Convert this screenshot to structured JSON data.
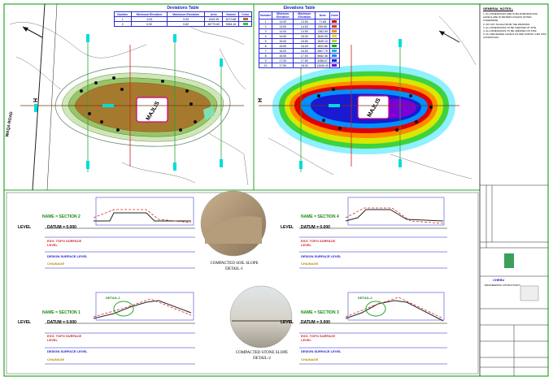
{
  "left_plan": {
    "table_title": "Deviations Table",
    "headers": [
      "Number",
      "Minimum Elevation",
      "Maximum Elevation",
      "Area",
      "Volume",
      "Color"
    ],
    "rows": [
      {
        "number": "1",
        "min": "-0.91",
        "max": "0.00",
        "area": "1043.39",
        "volume": "8170.88",
        "color": "#b07a1f"
      },
      {
        "number": "2",
        "min": "0.00",
        "max": "0.82",
        "area": "48779.69",
        "volume": "9064.16",
        "color": "#3fbf3f"
      }
    ],
    "labels": {
      "road": "WAQA ROAD",
      "building": "MAJLIS",
      "mark_h": "H"
    }
  },
  "right_plan": {
    "table_title": "Elevations Table",
    "headers": [
      "Number",
      "Minimum Elevation",
      "Maximum Elevation",
      "Area",
      "Color"
    ],
    "rows": [
      {
        "n": "1",
        "min": "13.00",
        "max": "13.50",
        "area": "71.68",
        "color": "#d00000"
      },
      {
        "n": "2",
        "min": "13.50",
        "max": "14.00",
        "area": "259.65",
        "color": "#e03a00"
      },
      {
        "n": "3",
        "min": "14.00",
        "max": "14.50",
        "area": "1382.59",
        "color": "#ff8c00"
      },
      {
        "n": "4",
        "min": "14.50",
        "max": "15.00",
        "area": "1640.93",
        "color": "#ffd200"
      },
      {
        "n": "5",
        "min": "15.00",
        "max": "15.50",
        "area": "1849.10",
        "color": "#b5e000"
      },
      {
        "n": "6",
        "min": "15.50",
        "max": "16.00",
        "area": "1822.86",
        "color": "#00c000"
      },
      {
        "n": "7",
        "min": "16.00",
        "max": "16.50",
        "area": "2807.79",
        "color": "#00c0c0"
      },
      {
        "n": "8",
        "min": "16.50",
        "max": "17.00",
        "area": "5682.36",
        "color": "#0090ff"
      },
      {
        "n": "9",
        "min": "17.00",
        "max": "17.50",
        "area": "4488.67",
        "color": "#1a1ad0"
      },
      {
        "n": "10",
        "min": "17.50",
        "max": "18.00",
        "area": "13606.49",
        "color": "#6a00d0"
      }
    ],
    "labels": {
      "building": "MAJLIS",
      "mark_h": "H"
    }
  },
  "notes": {
    "title": "GENERAL NOTES:-",
    "items": [
      "1. ALL DIMENSIONS ARE IN MILLIMETERS AND LEVELS ARE IN METERS UNLESS NOTED OTHERWISE.",
      "2. DO NOT SCALE FROM THE DRAWING.",
      "3. ALL DIMENSIONS TO BE CHECKED AT SITE.",
      "4. ALL DIMENSIONS TO BE VERIFIED ON SITE.",
      "5. ALL REGRADED LEVELS AS PER SURVEY AND SITE CONDITIONS."
    ]
  },
  "sections": [
    {
      "name": "NAME = SECTION 2",
      "datum": "DATUM = 0.000",
      "level": "LEVEL",
      "rows": [
        "EXG. TOPO SURFACE LEVEL",
        "DESIGN SURFACE LEVEL",
        "CHAINAGE"
      ]
    },
    {
      "name": "NAME = SECTION 4",
      "datum": "DATUM = 0.000",
      "level": "LEVEL",
      "rows": [
        "EXG. TOPO SURFACE LEVEL",
        "DESIGN SURFACE LEVEL",
        "CHAINAGE"
      ]
    },
    {
      "name": "NAME = SECTION 1",
      "datum": "DATUM = 0.000",
      "level": "LEVEL",
      "rows": [
        "EXG. TOPO SURFACE LEVEL",
        "DESIGN SURFACE LEVEL",
        "CHAINAGE"
      ],
      "detail": "DETAIL-1"
    },
    {
      "name": "NAME = SECTION 3",
      "datum": "DATUM = 0.000",
      "level": "LEVEL",
      "rows": [
        "EXG. TOPO SURFACE LEVEL",
        "DESIGN SURFACE LEVEL",
        "CHAINAGE"
      ],
      "detail": "DETAIL-2"
    }
  ],
  "details": [
    {
      "caption": "COMPACTED SOIL SLOPE",
      "ref": "DETAIL-1"
    },
    {
      "caption": "COMPACTED STONE SLOPE",
      "ref": "DETAIL-2"
    }
  ],
  "title_block": {
    "company": "CHEBU",
    "sub": "ENGINEERING CONSULTANCY"
  }
}
